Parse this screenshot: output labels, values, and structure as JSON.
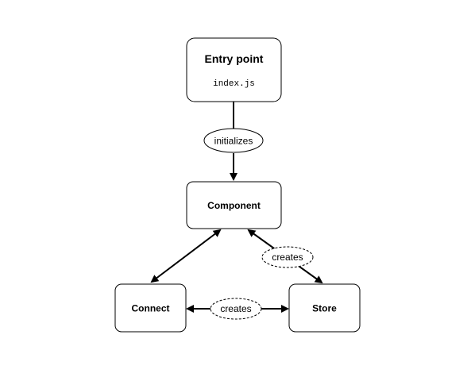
{
  "colors": {
    "stroke": "#000000",
    "fill": "#ffffff",
    "background": "#ffffff"
  },
  "nodes": {
    "entry": {
      "title": "Entry point",
      "subtitle": "index.js"
    },
    "component": {
      "title": "Component"
    },
    "connect": {
      "title": "Connect"
    },
    "store": {
      "title": "Store"
    }
  },
  "edges": {
    "entry_to_component": {
      "label": "initializes",
      "label_style": "solid",
      "arrows": "end"
    },
    "component_store": {
      "label": "creates",
      "label_style": "dashed",
      "arrows": "both"
    },
    "connect_store": {
      "label": "creates",
      "label_style": "dashed",
      "arrows": "both"
    },
    "component_connect": {
      "label": "",
      "arrows": "both"
    }
  }
}
